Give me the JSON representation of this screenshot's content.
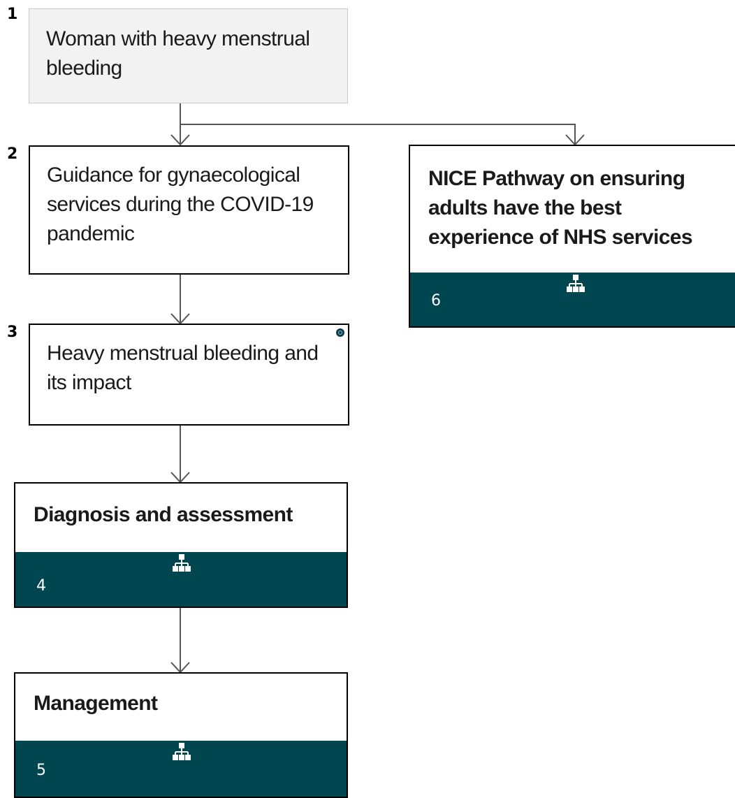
{
  "nodes": [
    {
      "id": "n1",
      "step": "1",
      "title": "Woman with heavy menstrual bleeding"
    },
    {
      "id": "n2",
      "step": "2",
      "title": "Guidance for gynaecological services during the COVID-19 pandemic"
    },
    {
      "id": "n3",
      "step": "3",
      "title": "Heavy menstrual bleeding and its impact",
      "info_icon": "info-icon"
    },
    {
      "id": "n4",
      "title": "Diagnosis and assessment",
      "footer_number": "4",
      "footer_icon": "hierarchy-icon"
    },
    {
      "id": "n5",
      "title": "Management",
      "footer_number": "5",
      "footer_icon": "hierarchy-icon"
    },
    {
      "id": "n6",
      "title": "NICE Pathway on ensuring adults have the best experience of NHS services",
      "footer_number": "6",
      "footer_icon": "hierarchy-icon"
    }
  ],
  "edges": [
    {
      "from": "n1",
      "to": "n2"
    },
    {
      "from": "n1",
      "to": "n6"
    },
    {
      "from": "n2",
      "to": "n3"
    },
    {
      "from": "n3",
      "to": "n4"
    },
    {
      "from": "n4",
      "to": "n5"
    }
  ],
  "colors": {
    "footer": "#004650",
    "start_box": "#f2f2f2",
    "connector": "#555555",
    "footer_text": "#ffffff"
  }
}
